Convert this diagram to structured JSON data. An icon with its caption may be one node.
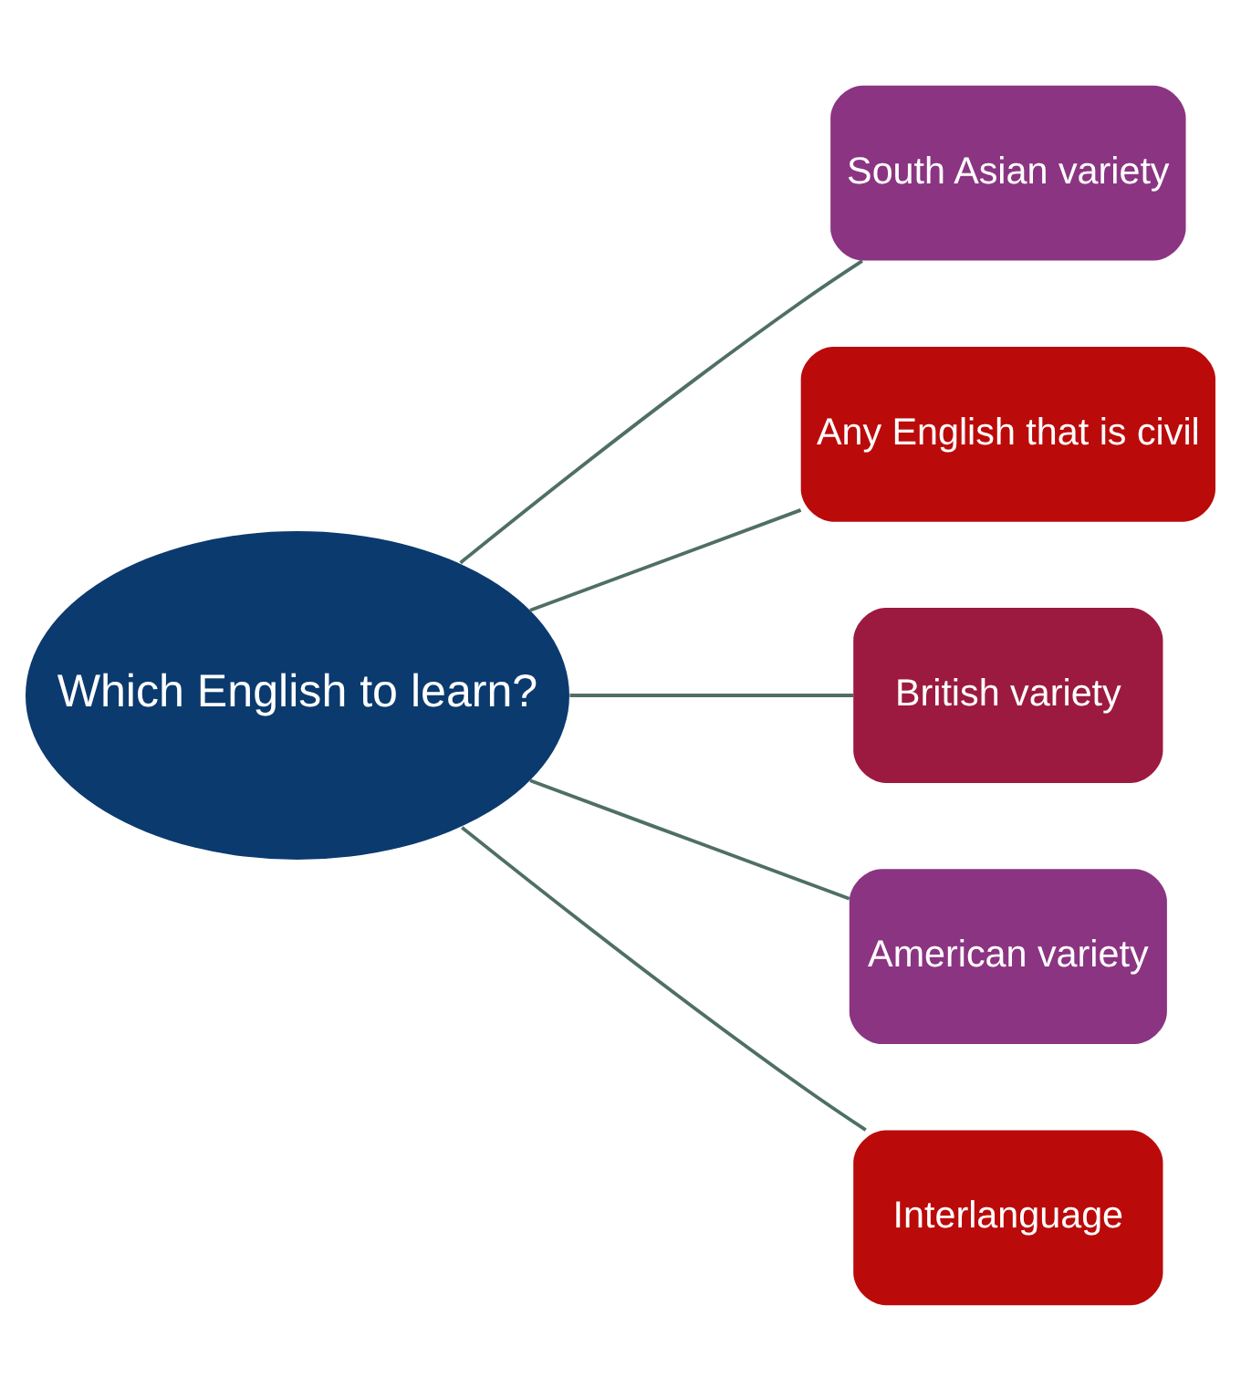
{
  "diagram": {
    "nodes": [
      {
        "text": [
          "Which English to learn?"
        ]
      },
      {
        "text": [
          "South Asian variety"
        ]
      },
      {
        "text": [
          "Any English that is civil"
        ]
      },
      {
        "text": [
          "British variety"
        ]
      },
      {
        "text": [
          "American variety"
        ]
      },
      {
        "text": [
          "Interlanguage"
        ]
      }
    ],
    "edges": [
      {
        "from": 0,
        "to": 1,
        "arrow": "none"
      },
      {
        "from": 0,
        "to": 2,
        "arrow": "none"
      },
      {
        "from": 0,
        "to": 3,
        "arrow": "none"
      },
      {
        "from": 0,
        "to": 4,
        "arrow": "none"
      },
      {
        "from": 0,
        "to": 5,
        "arrow": "none"
      }
    ]
  }
}
